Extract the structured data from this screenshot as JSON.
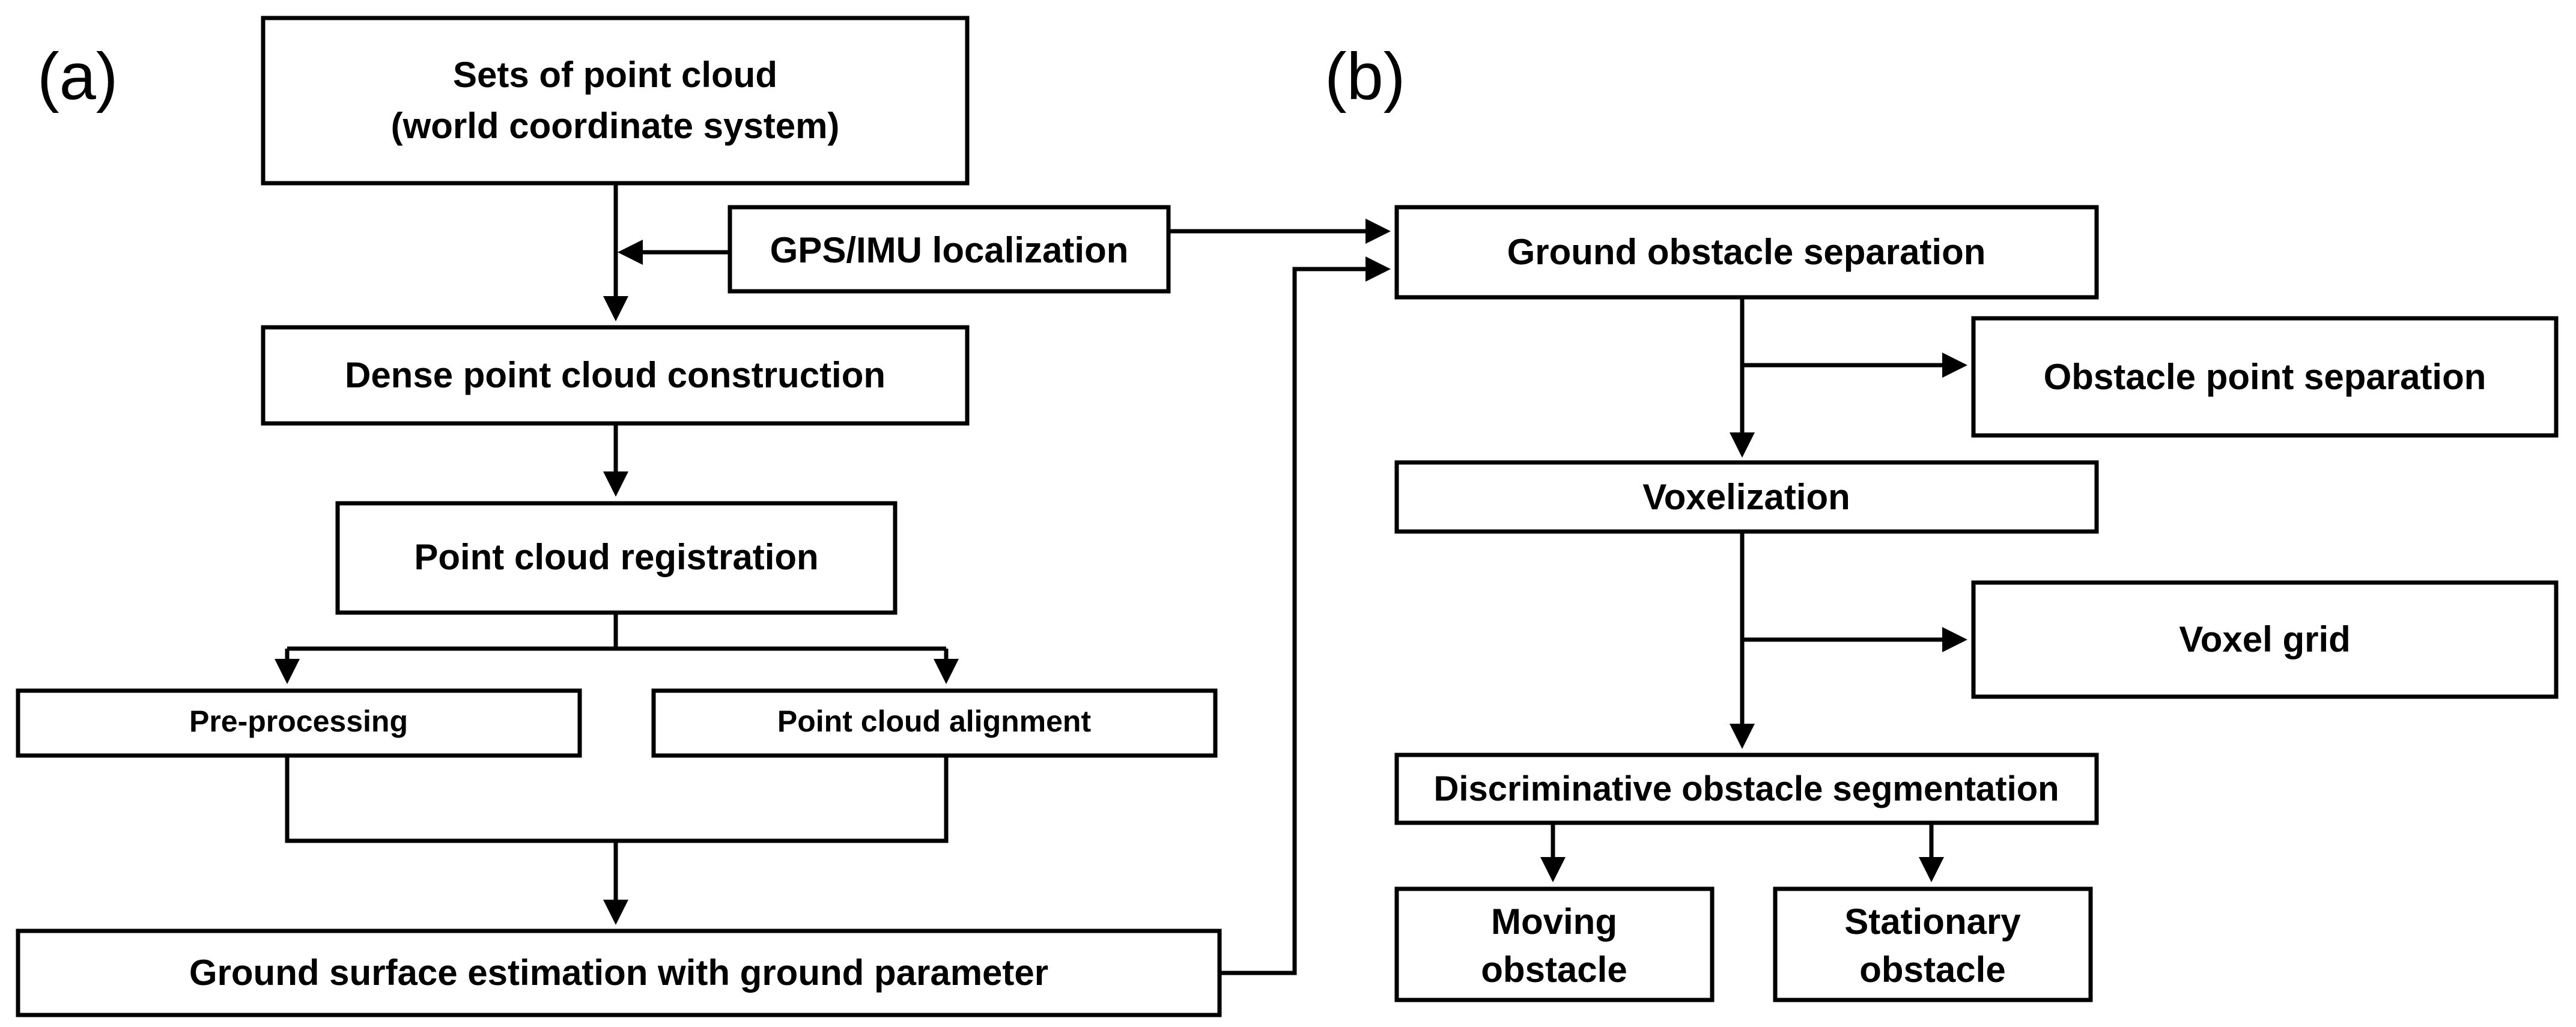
{
  "panels": {
    "a": "(a)",
    "b": "(b)"
  },
  "nodes": {
    "sets_line1": "Sets of point cloud",
    "sets_line2": "(world coordinate system)",
    "gps_imu": "GPS/IMU  localization",
    "dense": "Dense point cloud construction",
    "registration": "Point cloud registration",
    "preprocessing": "Pre-processing",
    "alignment": "Point cloud alignment",
    "ground_surface": "Ground surface estimation with ground parameter",
    "ground_obstacle": "Ground obstacle separation",
    "obstacle_point": "Obstacle point separation",
    "voxelization": "Voxelization",
    "voxel_grid": "Voxel grid",
    "discriminative": "Discriminative obstacle segmentation",
    "moving_line1": "Moving",
    "moving_line2": "obstacle",
    "stationary_line1": "Stationary",
    "stationary_line2": "obstacle"
  },
  "colors": {
    "stroke": "#000000",
    "fill": "#ffffff",
    "text": "#000000"
  }
}
